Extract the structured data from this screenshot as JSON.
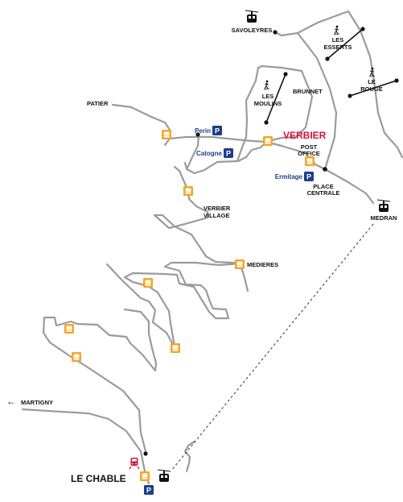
{
  "colors": {
    "road": "#9b9b9b",
    "bus_stop": "#f5a623",
    "parking": "#1d3f8a",
    "town": "#d4113a",
    "train": "#d4113a",
    "ink": "#111111"
  },
  "labels": {
    "savoleyres": "SAVOLEYRES",
    "les_esserts": [
      "LES",
      "ESSERTS"
    ],
    "le_rouge": [
      "LE",
      "ROUGE"
    ],
    "patier": "PATIER",
    "les_moulins": [
      "LES",
      "MOULINS"
    ],
    "brunnet": "BRUNNET",
    "perin": "Perin",
    "catogne": "Catogne",
    "verbier": "VERBIER",
    "post_office": [
      "POST",
      "OFFICE"
    ],
    "ermitage": "Ermitage",
    "place_centrale": [
      "PLACE",
      "CENTRALE"
    ],
    "medran": "MEDRAN",
    "verbier_village": [
      "VERBIER",
      "VILLAGE"
    ],
    "medieres": "MEDIERES",
    "martigny": "MARTIGNY",
    "le_chable": "LE CHABLE"
  },
  "symbols": {
    "parking": "P",
    "arrow_left": "←"
  },
  "icons": {
    "gondola": "gondola-icon",
    "bus_stop": "bus-stop-icon",
    "parking": "parking-icon",
    "skier": "skier-icon",
    "train": "train-icon"
  }
}
